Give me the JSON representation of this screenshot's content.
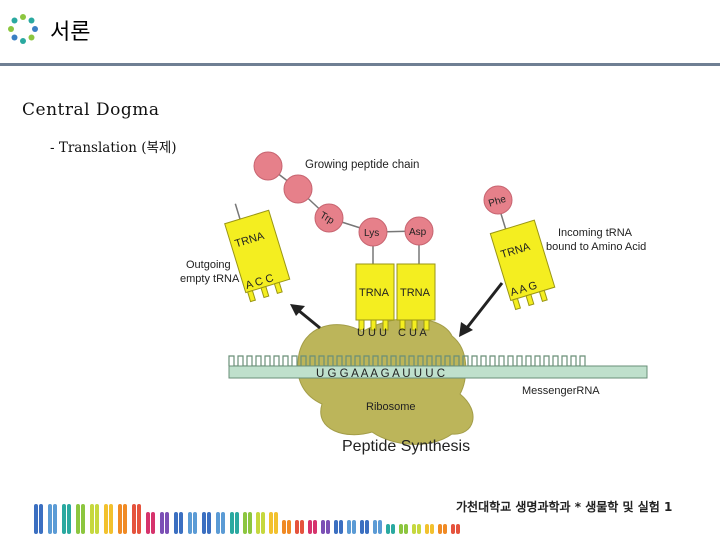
{
  "slide": {
    "title": "서론",
    "heading": "Central Dogma",
    "subheading": "- Translation (복제)",
    "footer": "가천대학교 생명과학과 * 생물학 및 실험 1"
  },
  "diagram": {
    "growing_chain_label": "Growing peptide chain",
    "outgoing_label_1": "Outgoing",
    "outgoing_label_2": "empty tRNA",
    "incoming_label_1": "Incoming tRNA",
    "incoming_label_2": "bound to Amino Acid",
    "amino_trp": "Trp",
    "amino_lys": "Lys",
    "amino_asp": "Asp",
    "amino_phe": "Phe",
    "trna_label": "TRNA",
    "anticodon_outgoing": "A C C",
    "anticodon_lys": "U U U",
    "anticodon_asp": "C U A",
    "anticodon_incoming": "A A G",
    "mrna_sequence": "U G G A A A G A U U U C",
    "mrna_label": "MessengerRNA",
    "ribosome_label": "Ribosome",
    "caption": "Peptide Synthesis"
  },
  "colors": {
    "trna_yellow": "#f4ee20",
    "amino_pink": "#e6808a",
    "ribosome_olive": "#bcb55a",
    "mrna_green": "#bfe0cc",
    "rule": "#6f7f93"
  }
}
